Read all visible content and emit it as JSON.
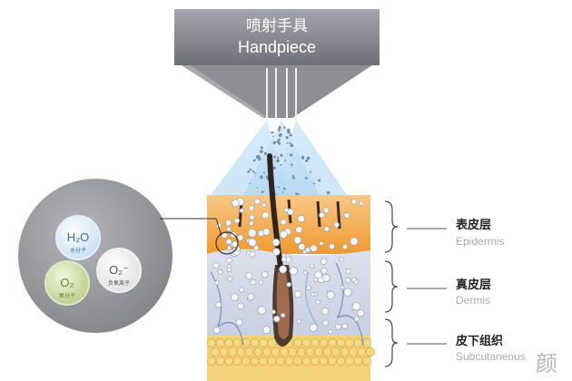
{
  "handpiece": {
    "label_zh": "喷射手具",
    "label_en": "Handpiece"
  },
  "layers": [
    {
      "label_zh": "表皮层",
      "label_en": "Epidermis"
    },
    {
      "label_zh": "真皮层",
      "label_en": "Dermis"
    },
    {
      "label_zh": "皮下组织",
      "label_en": "Subcutaneous"
    }
  ],
  "molecules": [
    {
      "formula": "H₂O",
      "caption": "水分子"
    },
    {
      "formula": "O₂⁻",
      "caption": "负氧离子"
    },
    {
      "formula": "O₂",
      "caption": "氧分子"
    }
  ],
  "watermark": "颜",
  "colors": {
    "handpiece": "#8f8f96",
    "spray": "#bfe0f7",
    "epidermis": "#f1a63c",
    "dermis": "#d6dbe8",
    "subcutaneous": "#f3cf72",
    "hair": "#3a2a24",
    "inset_bg": "#9a9ca2"
  }
}
